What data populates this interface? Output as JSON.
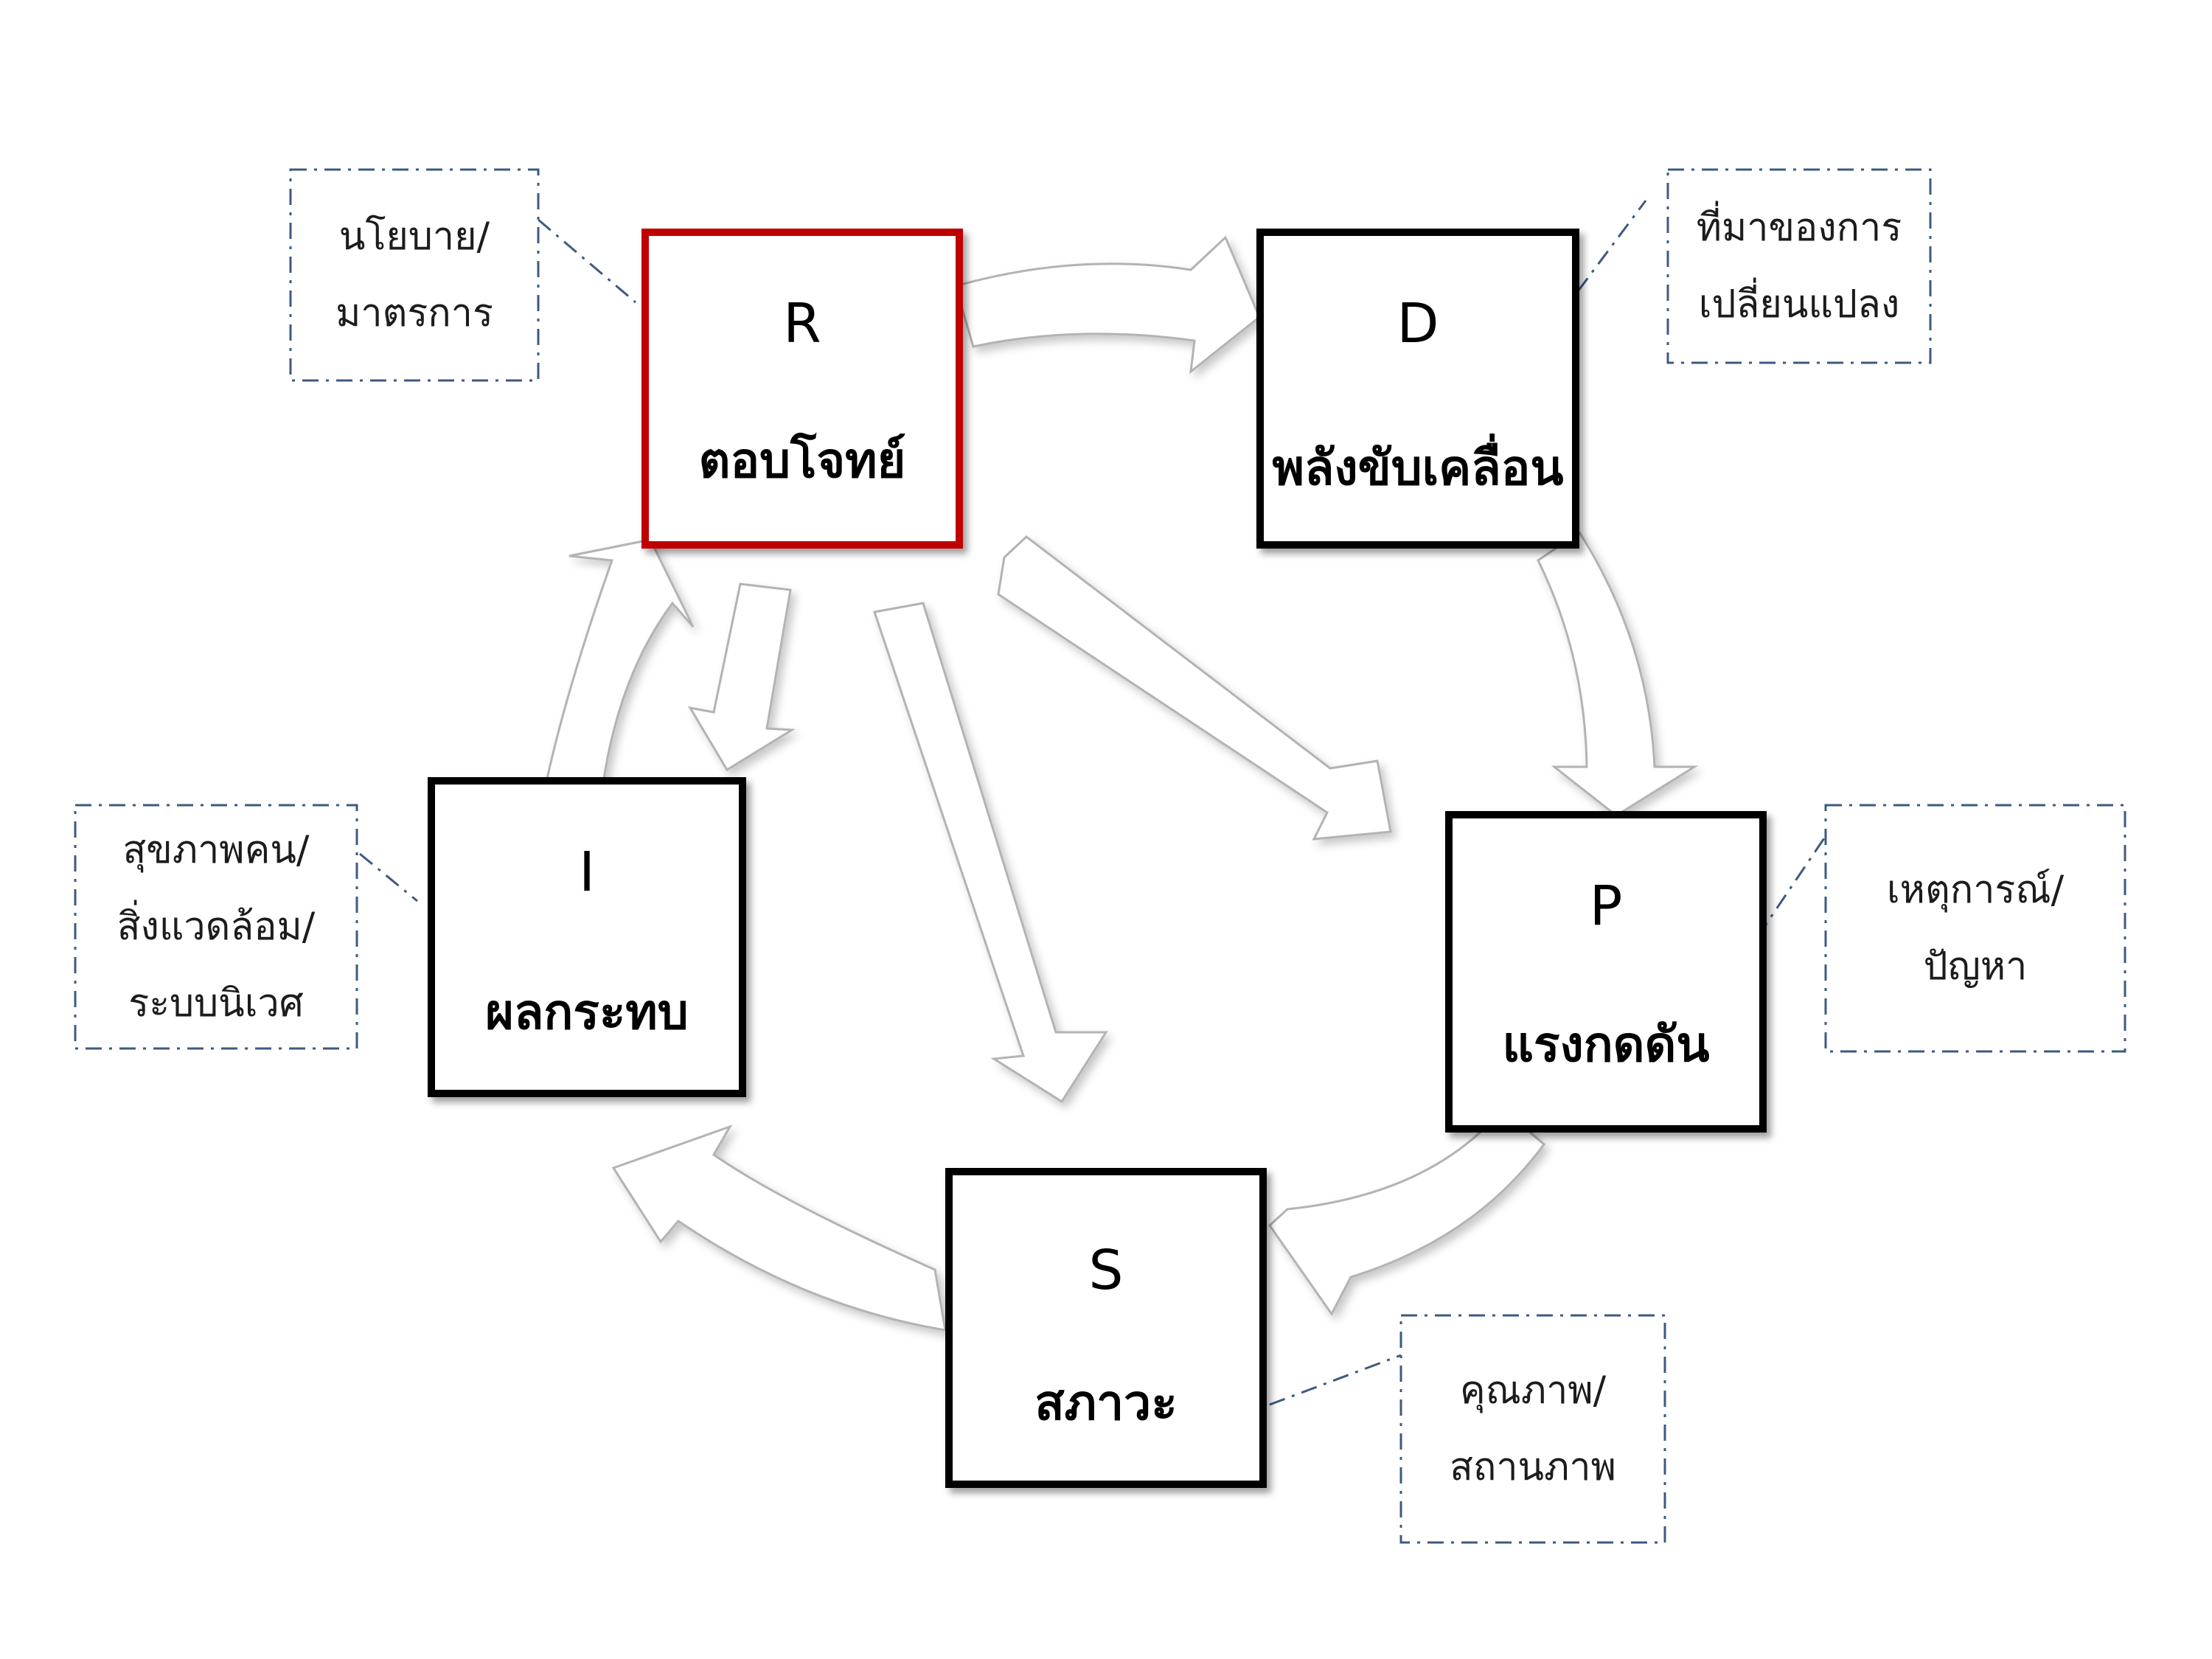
{
  "nodes": {
    "R": {
      "letter": "R",
      "label": "ตอบโจทย์",
      "border_color": "#c00000"
    },
    "D": {
      "letter": "D",
      "label": "พลังขับเคลื่อน",
      "border_color": "#000000"
    },
    "P": {
      "letter": "P",
      "label": "แรงกดดัน",
      "border_color": "#000000"
    },
    "S": {
      "letter": "S",
      "label": "สภาวะ",
      "border_color": "#000000"
    },
    "I": {
      "letter": "I",
      "label": "ผลกระทบ",
      "border_color": "#000000"
    }
  },
  "notes": {
    "R": [
      "นโยบาย/",
      "มาตรการ"
    ],
    "D": [
      "ที่มาของการ",
      "เปลี่ยนแปลง"
    ],
    "P": [
      "เหตุการณ์/",
      "ปัญหา"
    ],
    "S": [
      "คุณภาพ/",
      "สถานภาพ"
    ],
    "I": [
      "สุขภาพคน/",
      "สิ่งแวดล้อม/",
      "ระบบนิเวศ"
    ]
  },
  "colors": {
    "note_border": "#3d5a80",
    "arrow_stroke": "#b3b3b3",
    "arrow_fill": "#ffffff"
  },
  "arrows": [
    {
      "from": "R",
      "to": "D"
    },
    {
      "from": "D",
      "to": "P"
    },
    {
      "from": "P",
      "to": "S"
    },
    {
      "from": "S",
      "to": "I"
    },
    {
      "from": "I",
      "to": "R"
    },
    {
      "from": "R",
      "to": "I"
    },
    {
      "from": "R",
      "to": "S"
    },
    {
      "from": "R",
      "to": "P"
    }
  ]
}
